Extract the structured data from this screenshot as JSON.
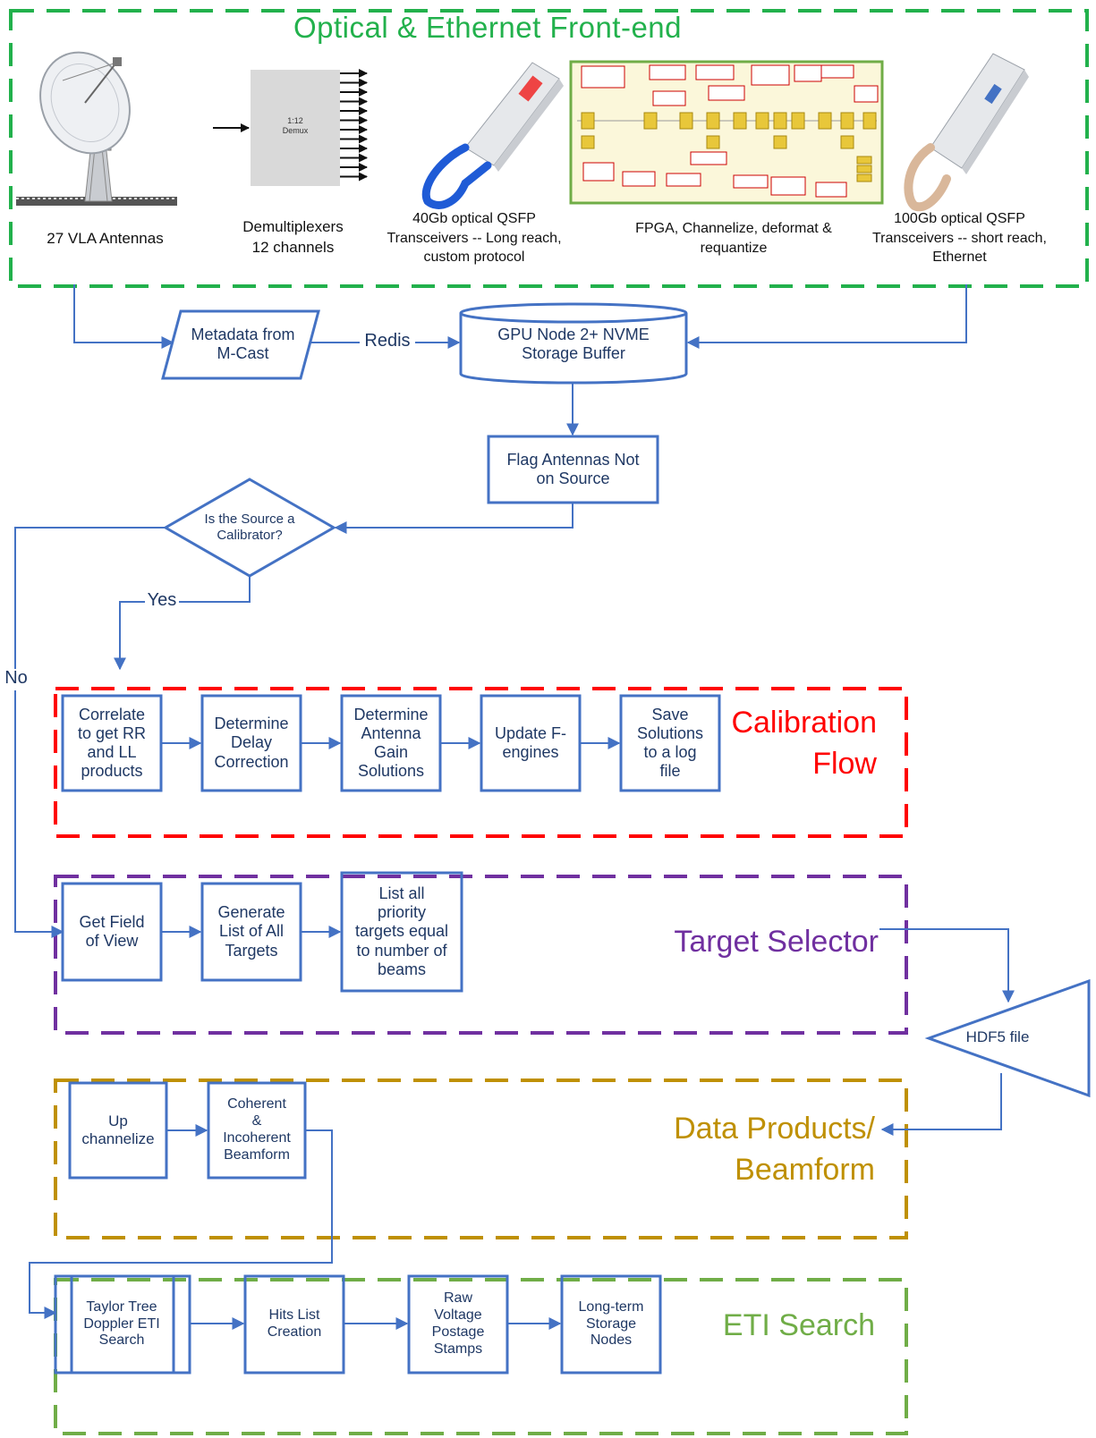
{
  "frontend": {
    "title": "Optical & Ethernet Front-end",
    "antennas_caption": "27 VLA Antennas",
    "demux_caption": "Demultiplexers\n12 channels",
    "demux_label": "1:12\nDemux",
    "qsfp40_caption": "40Gb optical QSFP\nTransceivers -- Long reach,\ncustom protocol",
    "fpga_caption": "FPGA, Channelize, deformat &\nrequantize",
    "qsfp100_caption": "100Gb optical QSFP\nTransceivers -- short reach,\nEthernet"
  },
  "flow": {
    "metadata": "Metadata from\nM-Cast",
    "redis_label": "Redis",
    "gpu_node": "GPU Node 2+ NVME\nStorage Buffer",
    "flag_antennas": "Flag Antennas Not\non Source",
    "decision": "Is the Source a\nCalibrator?",
    "yes_label": "Yes",
    "no_label": "No",
    "hdf5": "HDF5 file"
  },
  "calibration": {
    "title": "Calibration\nFlow",
    "steps": [
      "Correlate\nto get RR\nand LL\nproducts",
      "Determine\nDelay\nCorrection",
      "Determine\nAntenna\nGain\nSolutions",
      "Update F-\nengines",
      "Save\nSolutions\nto a log\nfile"
    ]
  },
  "target": {
    "title": "Target Selector",
    "steps": [
      "Get Field\nof View",
      "Generate\nList of All\nTargets",
      "List all\npriority\ntargets equal\nto number of\nbeams"
    ]
  },
  "products": {
    "title": "Data Products/\nBeamform",
    "steps": [
      "Up\nchannelize",
      "Coherent\n&\nIncoherent\nBeamform"
    ]
  },
  "eti": {
    "title": "ETI Search",
    "steps": [
      "Taylor Tree\nDoppler ETI\nSearch",
      "Hits List\nCreation",
      "Raw\nVoltage\nPostage\nStamps",
      "Long-term\nStorage\nNodes"
    ]
  },
  "colors": {
    "line": "#4472c4",
    "text_blue": "#1f3864",
    "green": "#22b14c",
    "red": "#ff0000",
    "purple": "#7030a0",
    "gold": "#bf9000",
    "lime": "#70ad47"
  }
}
